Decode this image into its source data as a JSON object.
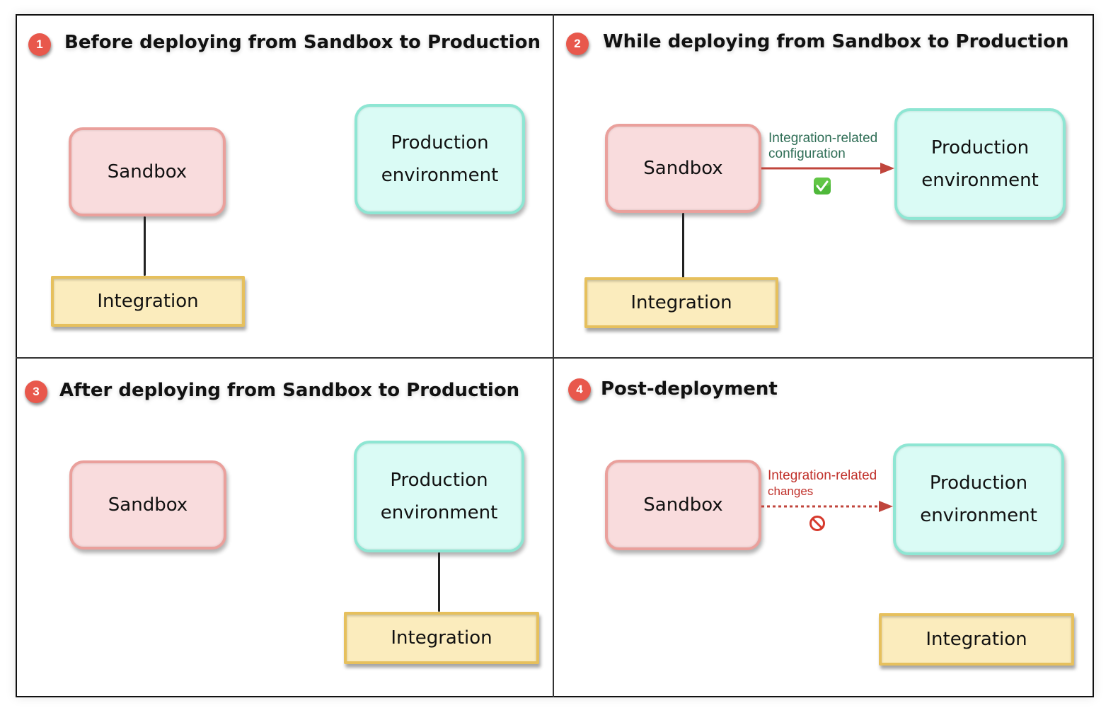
{
  "diagram": {
    "colors": {
      "badge": "#e8584c",
      "sandbox_fill": "#f9dcdd",
      "sandbox_border": "#eaa09c",
      "production_fill": "#dafbf5",
      "production_border": "#8ee6d3",
      "integration_fill": "#fbecbd",
      "integration_border": "#e6c05d",
      "arrow": "#c0453c",
      "label_green": "#2f6e56",
      "label_red": "#c0302a"
    },
    "panels": [
      {
        "number": "1",
        "title": "Before deploying from Sandbox to Production",
        "sandbox_label": "Sandbox",
        "production_label_line1": "Production",
        "production_label_line2": "environment",
        "integration_label": "Integration",
        "integration_attached_to": "Sandbox"
      },
      {
        "number": "2",
        "title": "While deploying from Sandbox to Production",
        "sandbox_label": "Sandbox",
        "production_label_line1": "Production",
        "production_label_line2": "environment",
        "integration_label": "Integration",
        "integration_attached_to": "Sandbox",
        "arrow": {
          "label_line1": "Integration-related",
          "label_line2": "configuration",
          "style": "solid",
          "status_icon": "check-mark-icon"
        }
      },
      {
        "number": "3",
        "title": "After deploying from Sandbox to Production",
        "sandbox_label": "Sandbox",
        "production_label_line1": "Production",
        "production_label_line2": "environment",
        "integration_label": "Integration",
        "integration_attached_to": "Production environment"
      },
      {
        "number": "4",
        "title": "Post-deployment",
        "sandbox_label": "Sandbox",
        "production_label_line1": "Production",
        "production_label_line2": "environment",
        "integration_label": "Integration",
        "integration_attached_to": "none",
        "arrow": {
          "label_line1": "Integration-related",
          "label_line2": "changes",
          "style": "dotted",
          "status_icon": "prohibited-icon"
        }
      }
    ]
  }
}
